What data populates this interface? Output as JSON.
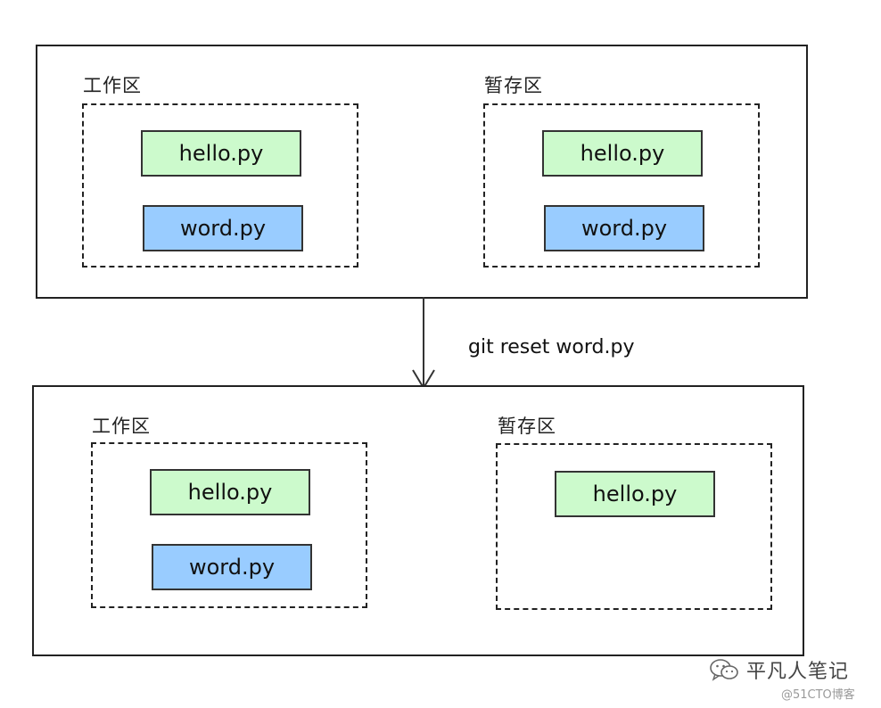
{
  "diagram": {
    "before": {
      "working": {
        "label": "工作区",
        "files": [
          "hello.py",
          "word.py"
        ]
      },
      "staging": {
        "label": "暂存区",
        "files": [
          "hello.py",
          "word.py"
        ]
      }
    },
    "command": "git reset word.py",
    "after": {
      "working": {
        "label": "工作区",
        "files": [
          "hello.py",
          "word.py"
        ]
      },
      "staging": {
        "label": "暂存区",
        "files": [
          "hello.py"
        ]
      }
    },
    "colors": {
      "hello_file": "#ccfacc",
      "word_file": "#99ccff",
      "border": "#222222"
    }
  },
  "watermark": {
    "icon": "wechat-icon",
    "text": "平凡人笔记",
    "sub": "@51CTO博客"
  }
}
